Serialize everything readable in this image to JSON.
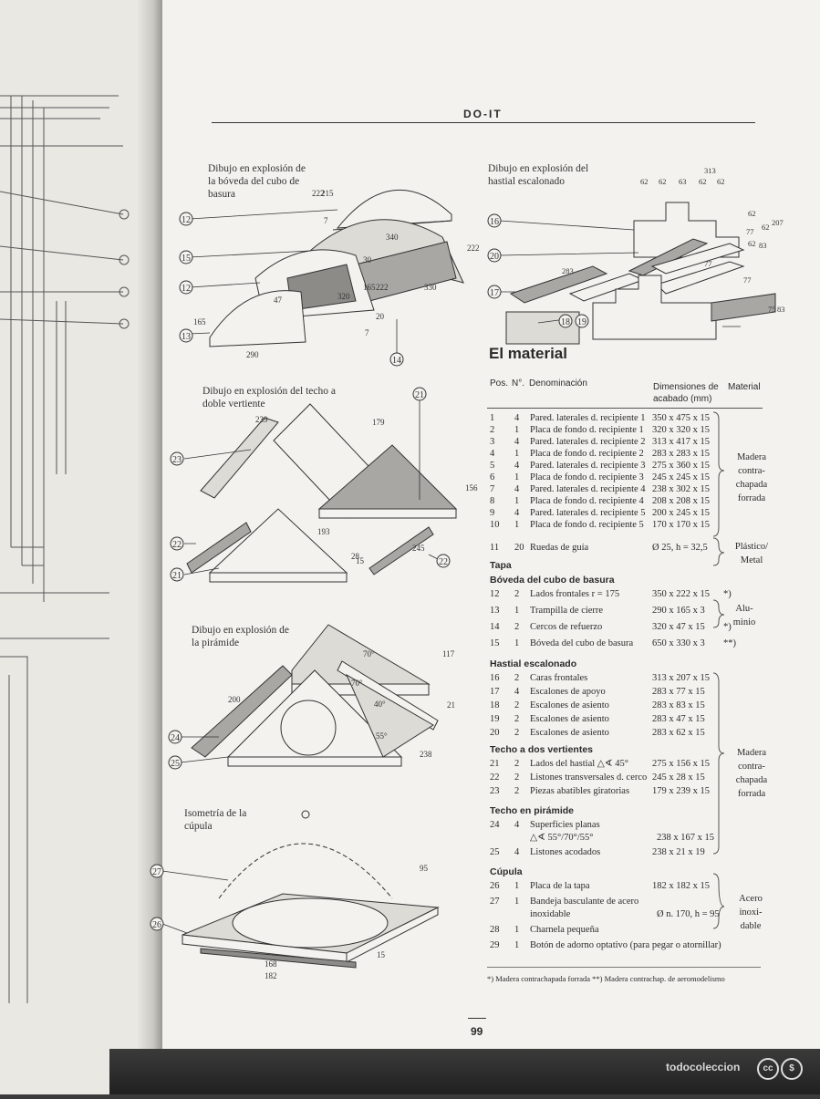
{
  "header": {
    "title": "DO-IT"
  },
  "captions": {
    "vault": "Dibujo en explosión de la bóveda del cubo de basura",
    "gable": "Dibujo en explosión del hastial escalonado",
    "roof": "Dibujo en explosión del techo a doble vertiente",
    "pyramid": "Dibujo en explosión de la pirámide",
    "dome": "Isometría de la cúpula"
  },
  "callouts": {
    "vault": [
      "12",
      "15",
      "12",
      "13",
      "14"
    ],
    "gable": [
      "16",
      "20",
      "17",
      "18",
      "19"
    ],
    "roof": [
      "21",
      "23",
      "22",
      "21",
      "22"
    ],
    "pyramid": [
      "24",
      "25"
    ],
    "dome": [
      "27",
      "26"
    ]
  },
  "dims": {
    "vault": [
      "222",
      "215",
      "7",
      "340",
      "222",
      "330",
      "320",
      "165",
      "222",
      "47",
      "30",
      "20",
      "7",
      "165",
      "290"
    ],
    "gable": [
      "313",
      "62",
      "62",
      "63",
      "62",
      "62",
      "62",
      "62",
      "207",
      "62",
      "77",
      "83",
      "283",
      "77",
      "77",
      "75",
      "83"
    ],
    "roof": [
      "239",
      "179",
      "156",
      "193",
      "28",
      "15",
      "245"
    ],
    "pyramid": [
      "200",
      "70°",
      "70°",
      "117",
      "40°",
      "21",
      "55°",
      "238"
    ],
    "dome": [
      "95",
      "168",
      "182",
      "15"
    ]
  },
  "material": {
    "title": "El material",
    "headers": {
      "pos": "Pos.",
      "n": "N°.",
      "name": "Denominación",
      "dims": "Dimensiones de acabado (mm)",
      "material": "Material"
    },
    "rows_a": [
      {
        "pos": "1",
        "n": "4",
        "name": "Pared. laterales d. recipiente 1",
        "dim": "350 x 475 x 15"
      },
      {
        "pos": "2",
        "n": "1",
        "name": "Placa de fondo d. recipiente 1",
        "dim": "320 x 320 x 15"
      },
      {
        "pos": "3",
        "n": "4",
        "name": "Pared. laterales d. recipiente 2",
        "dim": "313 x 417 x 15"
      },
      {
        "pos": "4",
        "n": "1",
        "name": "Placa de fondo d. recipiente 2",
        "dim": "283 x 283 x 15"
      },
      {
        "pos": "5",
        "n": "4",
        "name": "Pared. laterales d. recipiente 3",
        "dim": "275 x 360 x 15"
      },
      {
        "pos": "6",
        "n": "1",
        "name": "Placa de fondo d. recipiente 3",
        "dim": "245 x 245 x 15"
      },
      {
        "pos": "7",
        "n": "4",
        "name": "Pared. laterales d. recipiente 4",
        "dim": "238 x 302 x 15"
      },
      {
        "pos": "8",
        "n": "1",
        "name": "Placa de fondo d. recipiente 4",
        "dim": "208 x 208 x 15"
      },
      {
        "pos": "9",
        "n": "4",
        "name": "Pared. laterales d. recipiente 5",
        "dim": "200 x 245 x 15"
      },
      {
        "pos": "10",
        "n": "1",
        "name": "Placa de fondo d. recipiente 5",
        "dim": "170 x 170 x 15"
      },
      {
        "pos": "11",
        "n": "20",
        "name": "Ruedas de guía",
        "dim": "Ø 25, h = 32,5"
      }
    ],
    "sec_tapa": "Tapa",
    "sec_boveda": "Bóveda del cubo de basura",
    "rows_b": [
      {
        "pos": "12",
        "n": "2",
        "name": "Lados frontales r = 175",
        "dim": "350 x 222 x 15",
        "note": "*)"
      },
      {
        "pos": "13",
        "n": "1",
        "name": "Trampilla de cierre",
        "dim": "290 x 165 x  3",
        "note": ""
      },
      {
        "pos": "14",
        "n": "2",
        "name": "Cercos de refuerzo",
        "dim": "320 x  47 x 15",
        "note": "*)"
      },
      {
        "pos": "15",
        "n": "1",
        "name": "Bóveda del cubo de basura",
        "dim": "650 x 330 x  3",
        "note": "**)"
      }
    ],
    "sec_hastial": "Hastial escalonado",
    "rows_c": [
      {
        "pos": "16",
        "n": "2",
        "name": "Caras frontales",
        "dim": "313 x 207 x 15"
      },
      {
        "pos": "17",
        "n": "4",
        "name": "Escalones de apoyo",
        "dim": "283 x  77 x 15"
      },
      {
        "pos": "18",
        "n": "2",
        "name": "Escalones de asiento",
        "dim": "283 x  83 x 15"
      },
      {
        "pos": "19",
        "n": "2",
        "name": "Escalones de asiento",
        "dim": "283 x  47 x 15"
      },
      {
        "pos": "20",
        "n": "2",
        "name": "Escalones de asiento",
        "dim": "283 x  62 x 15"
      }
    ],
    "sec_techo": "Techo a dos vertientes",
    "rows_d": [
      {
        "pos": "21",
        "n": "2",
        "name": "Lados del hastial  △∢ 45°",
        "dim": "275 x 156 x 15"
      },
      {
        "pos": "22",
        "n": "2",
        "name": "Listones transversales d. cerco",
        "dim": "245 x  28 x 15"
      },
      {
        "pos": "23",
        "n": "2",
        "name": "Piezas abatibles giratorias",
        "dim": "179 x 239 x 15"
      }
    ],
    "sec_piramide": "Techo en pirámide",
    "rows_e": [
      {
        "pos": "24",
        "n": "4",
        "name": "Superficies planas",
        "name2": "△∢ 55°/70°/55°",
        "dim": "238 x 167 x 15"
      },
      {
        "pos": "25",
        "n": "4",
        "name": "Listones acodados",
        "dim": "238 x  21 x 19"
      }
    ],
    "sec_cupula": "Cúpula",
    "rows_f": [
      {
        "pos": "26",
        "n": "1",
        "name": "Placa de la tapa",
        "dim": "182 x 182 x 15"
      },
      {
        "pos": "27",
        "n": "1",
        "name": "Bandeja basculante de acero",
        "name2": "inoxidable",
        "dim": "Ø n. 170, h = 95"
      },
      {
        "pos": "28",
        "n": "1",
        "name": "Charnela pequeña",
        "dim": ""
      },
      {
        "pos": "29",
        "n": "1",
        "name": "Botón de adorno optativo (para pegar o atornillar)",
        "dim": ""
      }
    ],
    "materials": {
      "madera1": "Madera contra- chapada forrada",
      "plastico": "Plástico/ Metal",
      "aluminio": "Alu- minio",
      "madera2": "Madera contra- chapada forrada",
      "acero": "Acero inoxi- dable"
    },
    "footnote": "*) Madera contrachapada forrada   **) Madera contrachap. de aeromodelismo"
  },
  "page_number": "99",
  "watermark": "todocoleccion",
  "colors": {
    "page": "#f3f2ee",
    "ink": "#2a2a2a",
    "shade": "#9a9a98",
    "background": "#3a3b3a"
  }
}
